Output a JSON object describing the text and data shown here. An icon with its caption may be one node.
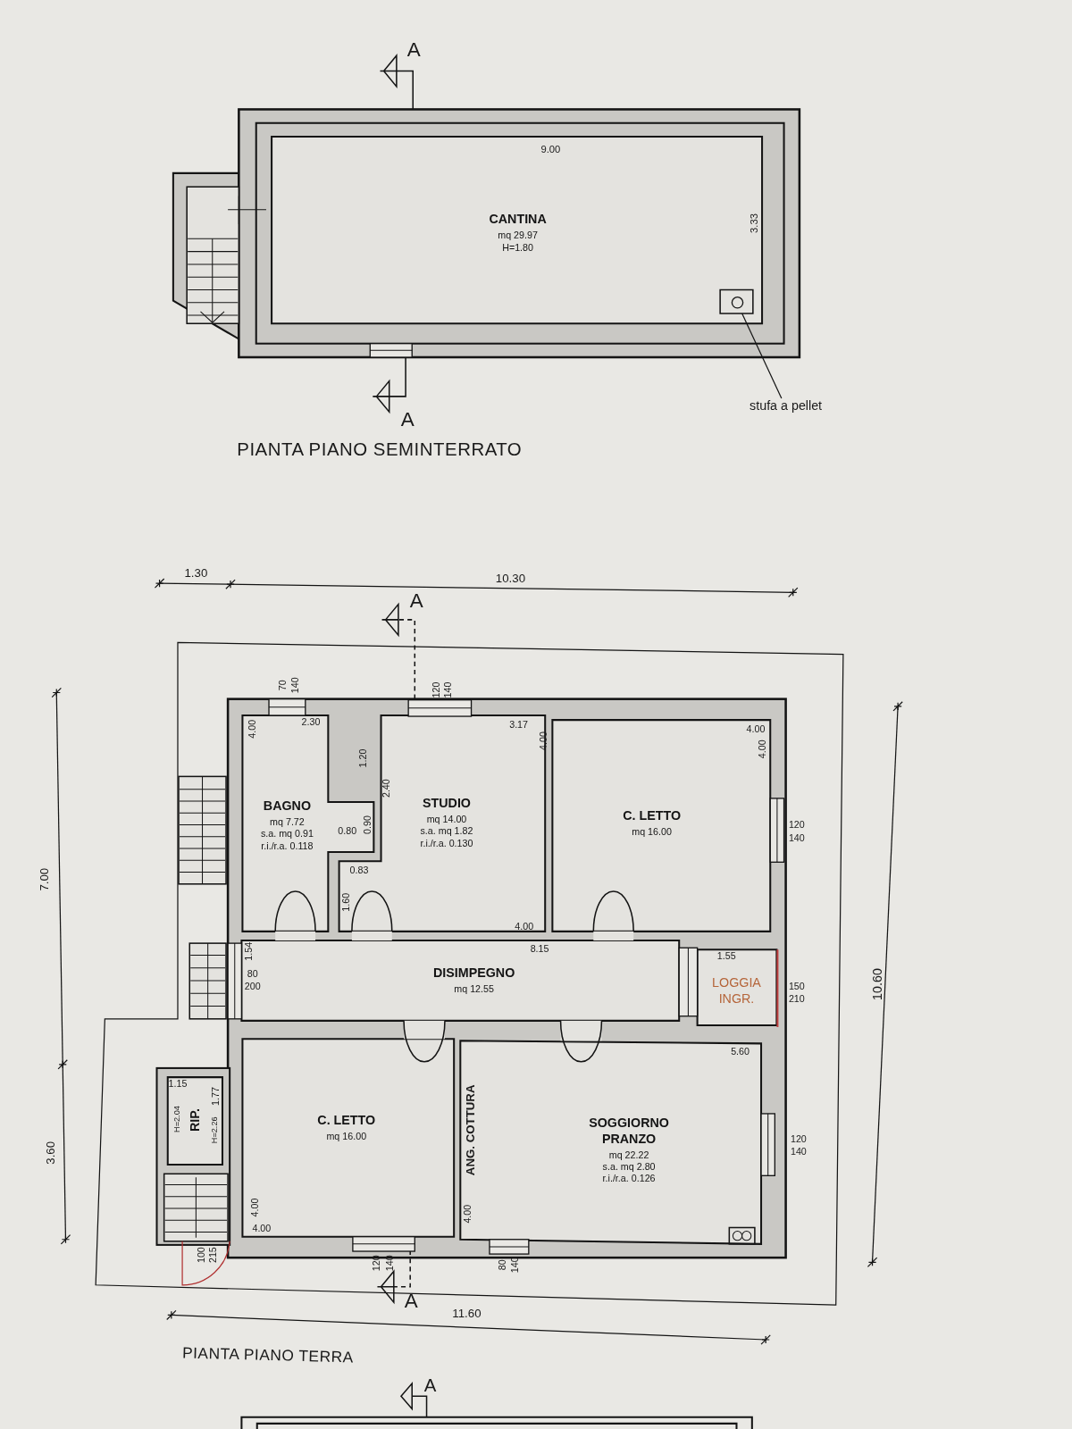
{
  "diagram": {
    "nodes": [
      {
        "text": [
          "CANTINA",
          "mq 29.97",
          "H=1.80"
        ]
      },
      {
        "text": [],
        "shape": "box",
        "in": 0
      },
      {
        "text": [
          "stufa a pellet"
        ]
      },
      {
        "text": [
          "BAGNO",
          "mq 7.72",
          "s.a. mq 0.91",
          "r.i./r.a. 0.118"
        ]
      },
      {
        "text": [
          "STUDIO",
          "mq 14.00",
          "s.a. mq 1.82",
          "r.i./r.a. 0.130"
        ]
      },
      {
        "text": [
          "C. LETTO",
          "mq 16.00"
        ]
      },
      {
        "text": [
          "DISIMPEGNO",
          "mq 12.55"
        ]
      },
      {
        "text": [
          "LOGGIA INGR."
        ]
      },
      {
        "text": [
          "RIP."
        ]
      },
      {
        "text": [
          "C. LETTO",
          "mq 16.00"
        ]
      },
      {
        "text": [
          "SOGGIORNO PRANZO",
          "mq 22.22",
          "s.a. mq 2.80",
          "r.i./r.a. 0.126"
        ]
      }
    ],
    "edges": [
      {
        "from": 2,
        "to": 1,
        "arrow": "none"
      }
    ],
    "labels": [
      "A",
      "9.00",
      "3.33",
      "A",
      "PIANTA PIANO SEMINTERRATO",
      "1.30",
      "10.30",
      "A",
      "70",
      "140",
      "120",
      "140",
      "2.30",
      "4.00",
      "3.17",
      "4.00",
      "4.00",
      "4.00",
      "1.20",
      "2.40",
      "0.90",
      "0.80",
      "0.83",
      "7.00",
      "1.60",
      "120",
      "140",
      "4.00",
      "8.15",
      "1.55",
      "1.54",
      "80",
      "200",
      "150",
      "210",
      "10.60",
      "5.60",
      "3.60",
      "1.15",
      "1.77",
      "H=2.04",
      "H=2.26",
      "ANG. COTTURA",
      "120",
      "140",
      "4.00",
      "4.00",
      "4.00",
      "100",
      "215",
      "120",
      "140",
      "80",
      "140",
      "A",
      "11.60",
      "PIANTA PIANO TERRA",
      "A"
    ]
  }
}
